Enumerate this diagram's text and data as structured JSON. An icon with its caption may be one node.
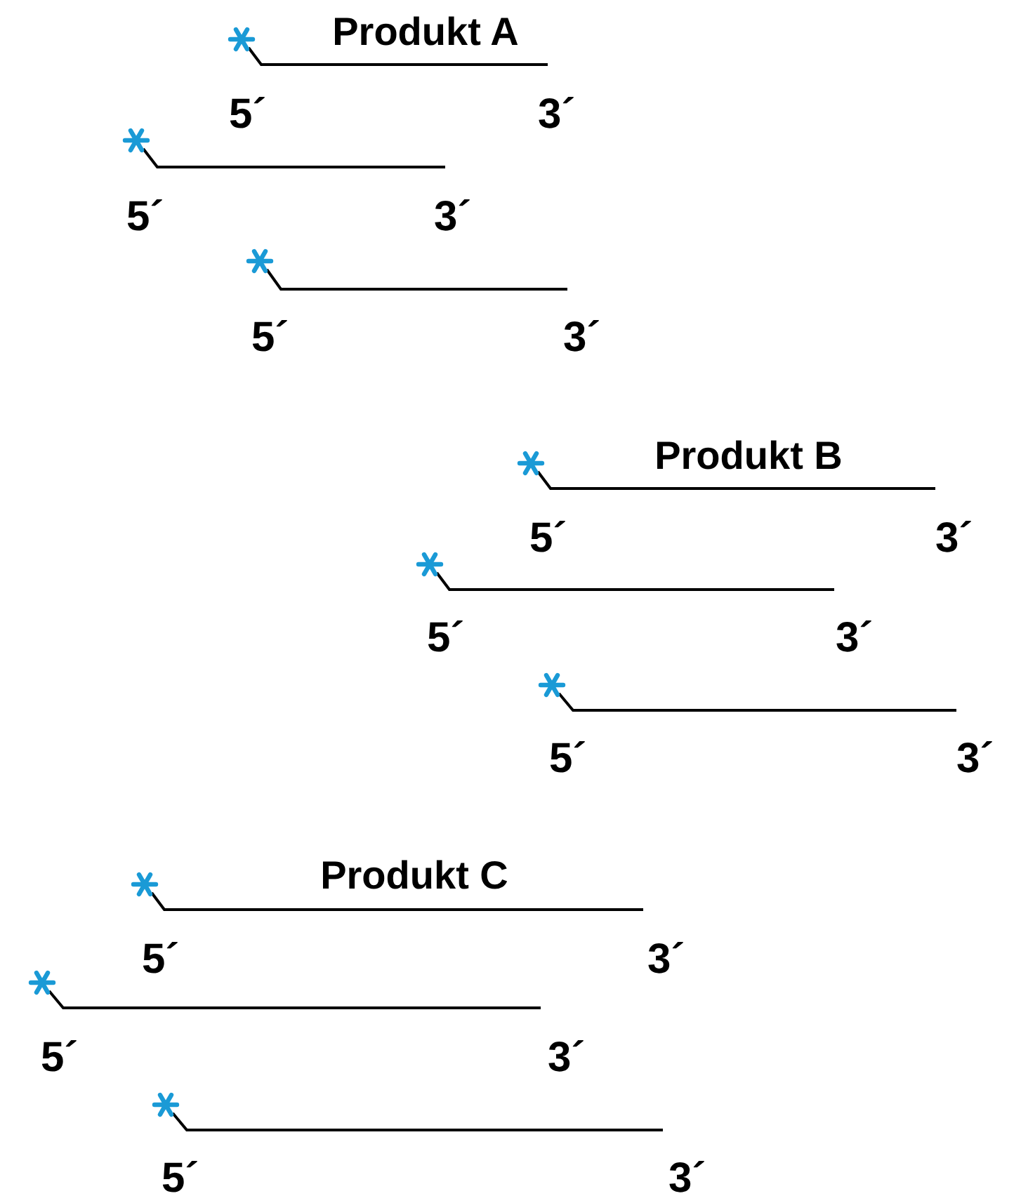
{
  "diagram": {
    "labels": [
      "Produkt A",
      "5´",
      "3´",
      "5´",
      "3´",
      "5´",
      "3´",
      "Produkt B",
      "5´",
      "3´",
      "5´",
      "3´",
      "5´",
      "3´",
      "Produkt C",
      "5´",
      "3´",
      "5´",
      "3´",
      "5´",
      "3´"
    ]
  }
}
